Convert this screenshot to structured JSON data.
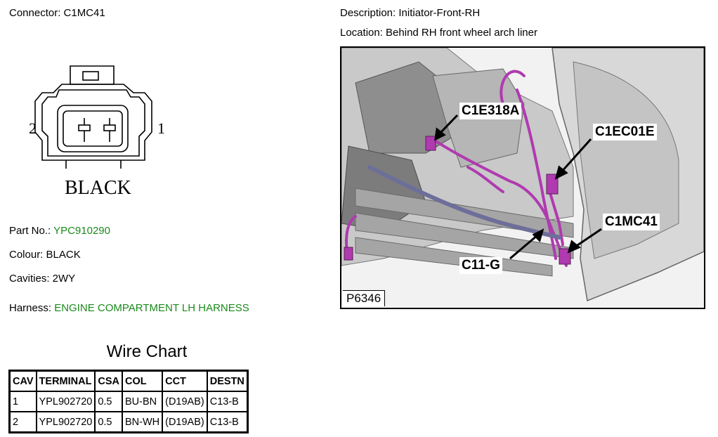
{
  "connector": {
    "label": "Connector:",
    "value": "C1MC41"
  },
  "drawing": {
    "pin_left": "2",
    "pin_right": "1",
    "color_text": "BLACK"
  },
  "details": {
    "part_no_label": "Part No.:",
    "part_no": "YPC910290",
    "colour": "Colour: BLACK",
    "cavities": "Cavities: 2WY",
    "harness_label": "Harness:",
    "harness": "ENGINE COMPARTMENT LH HARNESS"
  },
  "description": "Description: Initiator-Front-RH",
  "location": "Location: Behind RH front wheel arch liner",
  "photo": {
    "callouts": [
      "C1E318A",
      "C1EC01E",
      "C1MC41",
      "C11-G"
    ],
    "code": "P6346"
  },
  "wire_chart": {
    "title": "Wire Chart",
    "headers": [
      "CAV",
      "TERMINAL",
      "CSA",
      "COL",
      "CCT",
      "DESTN"
    ],
    "rows": [
      [
        "1",
        "YPL902720",
        "0.5",
        "BU-BN",
        "(D19AB)",
        "C13-B"
      ],
      [
        "2",
        "YPL902720",
        "0.5",
        "BN-WH",
        "(D19AB)",
        "C13-B"
      ]
    ]
  },
  "colors": {
    "harness": "#b03ab0",
    "label_green": "#1a8a1a"
  }
}
